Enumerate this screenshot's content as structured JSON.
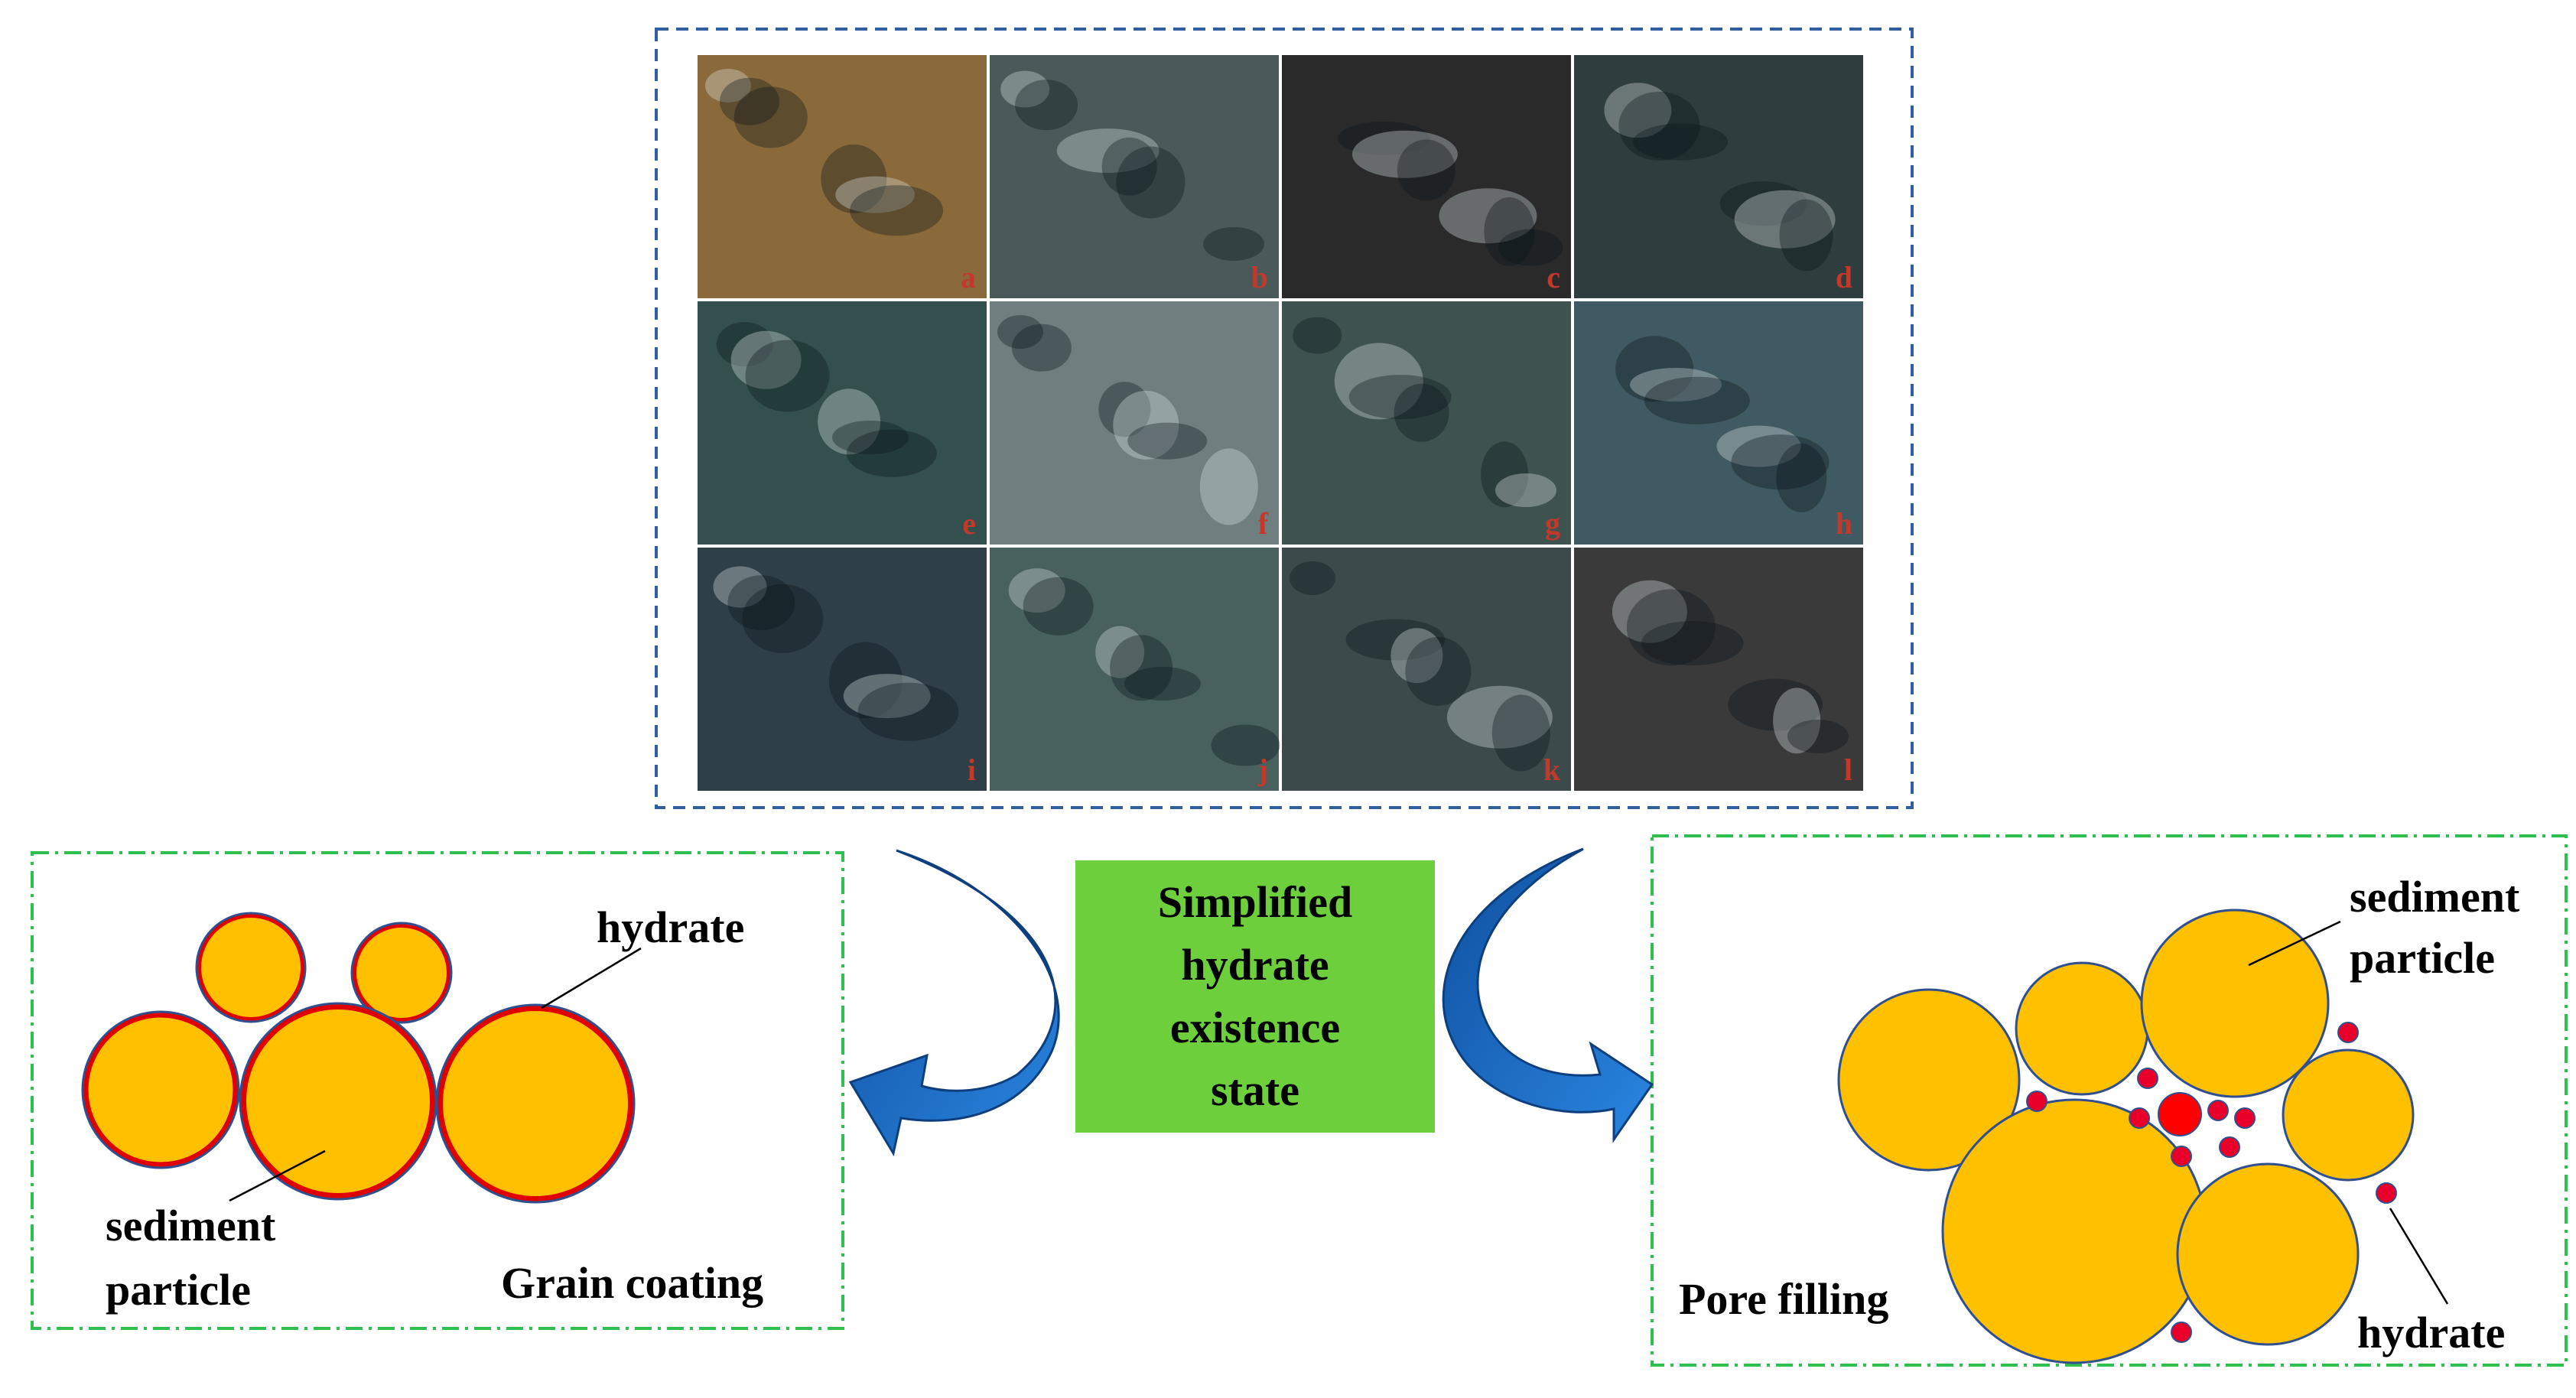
{
  "photo_panel": {
    "panels": [
      {
        "label": "a",
        "tone": "#8a6a3a"
      },
      {
        "label": "b",
        "tone": "#4a5a5a"
      },
      {
        "label": "c",
        "tone": "#2a2a2a"
      },
      {
        "label": "d",
        "tone": "#2e3d3d"
      },
      {
        "label": "e",
        "tone": "#34504e"
      },
      {
        "label": "f",
        "tone": "#6f7f80"
      },
      {
        "label": "g",
        "tone": "#3e5250"
      },
      {
        "label": "h",
        "tone": "#3f5a62"
      },
      {
        "label": "i",
        "tone": "#2f3f48"
      },
      {
        "label": "j",
        "tone": "#48605e"
      },
      {
        "label": "k",
        "tone": "#3c4a4c"
      },
      {
        "label": "l",
        "tone": "#3a3a3a"
      }
    ]
  },
  "center": {
    "lines": [
      "Simplified",
      "hydrate",
      "existence",
      "state"
    ],
    "color": "#6ccf3b"
  },
  "left_diagram": {
    "hydrate_label": "hydrate",
    "particle_label_line1": "sediment",
    "particle_label_line2": "particle",
    "title": "Grain coating"
  },
  "right_diagram": {
    "particle_label_line1": "sediment",
    "particle_label_line2": "particle",
    "hydrate_label": "hydrate",
    "title": "Pore filling"
  },
  "colors": {
    "particle": "#ffc000",
    "particle_outline": "#2f4f8f",
    "hydrate": "#ff0000",
    "arrow": "#1a6bc4",
    "photo_border": "#2f5f9f",
    "box_border": "#2fbf4f"
  }
}
